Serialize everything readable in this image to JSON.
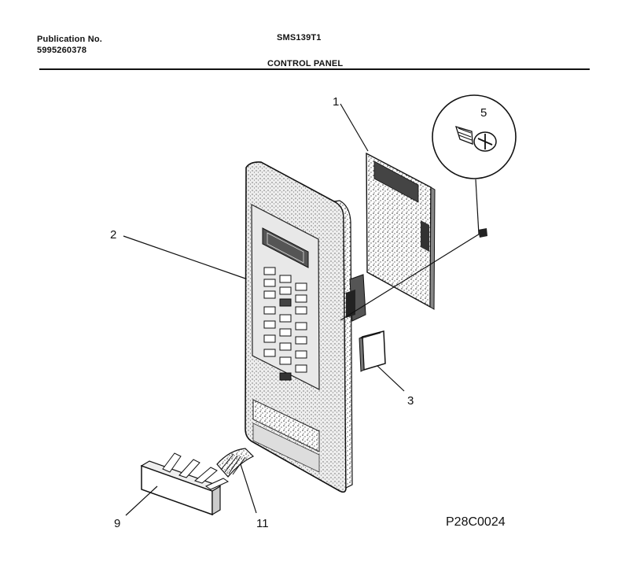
{
  "header": {
    "publication_label": "Publication No.",
    "publication_number": "5995260378",
    "model": "SMS139T1",
    "section_title": "CONTROL PANEL"
  },
  "callouts": {
    "c1": "1",
    "c2": "2",
    "c3": "3",
    "c5": "5",
    "c9": "9",
    "c11": "11"
  },
  "diagram_code": "P28C0024"
}
